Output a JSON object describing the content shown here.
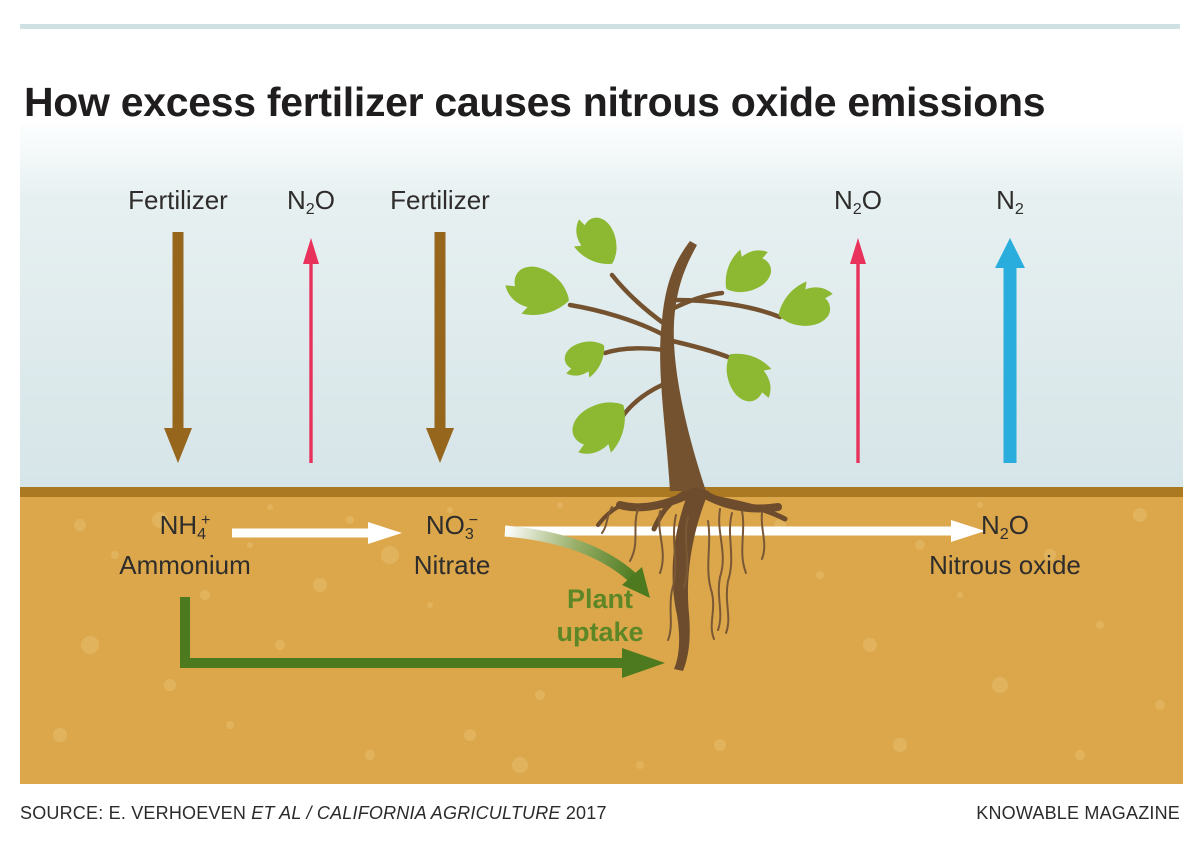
{
  "title": "How excess fertilizer causes nitrous oxide emissions",
  "diagram": {
    "top_labels": {
      "fertilizer_left": "Fertilizer",
      "n2o_left": {
        "n": "N",
        "sub": "2",
        "o": "O"
      },
      "fertilizer_mid": "Fertilizer",
      "n2o_right": {
        "n": "N",
        "sub": "2",
        "o": "O"
      },
      "n2": {
        "n": "N",
        "sub": "2"
      }
    },
    "soil_labels": {
      "ammonium": {
        "formula": "NH",
        "sub": "4",
        "sup": "+",
        "name": "Ammonium"
      },
      "nitrate": {
        "formula": "NO",
        "sub": "3",
        "sup": "−",
        "name": "Nitrate"
      },
      "nitrous_oxide": {
        "n": "N",
        "sub": "2",
        "o": "O",
        "name": "Nitrous oxide"
      },
      "plant_uptake": {
        "line1": "Plant",
        "line2": "uptake"
      }
    },
    "colors": {
      "sky_top": "#fcfefe",
      "sky_bottom": "#d6e5e8",
      "soil": "#dca74b",
      "soil_edge": "#ab7922",
      "soil_speckle": "#e8be6c",
      "fertilizer_arrow": "#96661c",
      "n2o_arrow": "#e8315b",
      "n2_arrow": "#29addd",
      "process_arrow": "#ffffff",
      "uptake_arrow": "#4d7a1e",
      "uptake_text": "#5d8727",
      "leaf": "#8cb832",
      "trunk": "#75522f",
      "rule": "#cfe1e3"
    }
  },
  "footer": {
    "source_prefix": "SOURCE: E. VERHOEVEN ",
    "source_italic": "ET AL / CALIFORNIA AGRICULTURE",
    "source_suffix": " 2017",
    "credit": "KNOWABLE MAGAZINE"
  }
}
